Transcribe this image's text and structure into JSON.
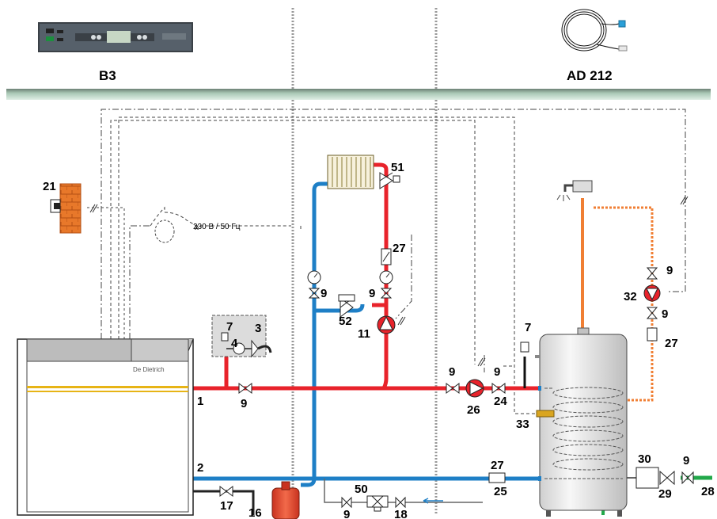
{
  "header": {
    "controller_label": "B3",
    "sensor_label": "AD 212"
  },
  "supply_note": "230 B / 50 Гц",
  "boiler_brand": "De Dietrich",
  "colors": {
    "hot_pipe": "#e8232b",
    "cold_pipe": "#1e7fc6",
    "dhw_pipe": "#f07f34",
    "recirc_pipe": "#f07f34",
    "cold_inlet_hose": "#22a84a",
    "header_band": "#8fb6a3",
    "wall_brick": "#e8782a"
  },
  "labels": {
    "n1": "1",
    "n2": "2",
    "n3": "3",
    "n4": "4",
    "n7a": "7",
    "n7b": "7",
    "n9_supply": "9",
    "n9_rad_left": "9",
    "n9_rad_right": "9",
    "n9_pump_left": "9",
    "n9_pump_right": "9",
    "n9_recirc_top": "9",
    "n9_recirc_bottom": "9",
    "n9_inlet": "9",
    "n9_bottom": "9",
    "n11": "11",
    "n16": "16",
    "n17": "17",
    "n18": "18",
    "n21": "21",
    "n24": "24",
    "n25": "25",
    "n26": "26",
    "n27_rad": "27",
    "n27_recirc": "27",
    "n27_return": "27",
    "n28": "28",
    "n29": "29",
    "n30": "30",
    "n32": "32",
    "n33": "33",
    "n50": "50",
    "n51": "51",
    "n52": "52"
  }
}
